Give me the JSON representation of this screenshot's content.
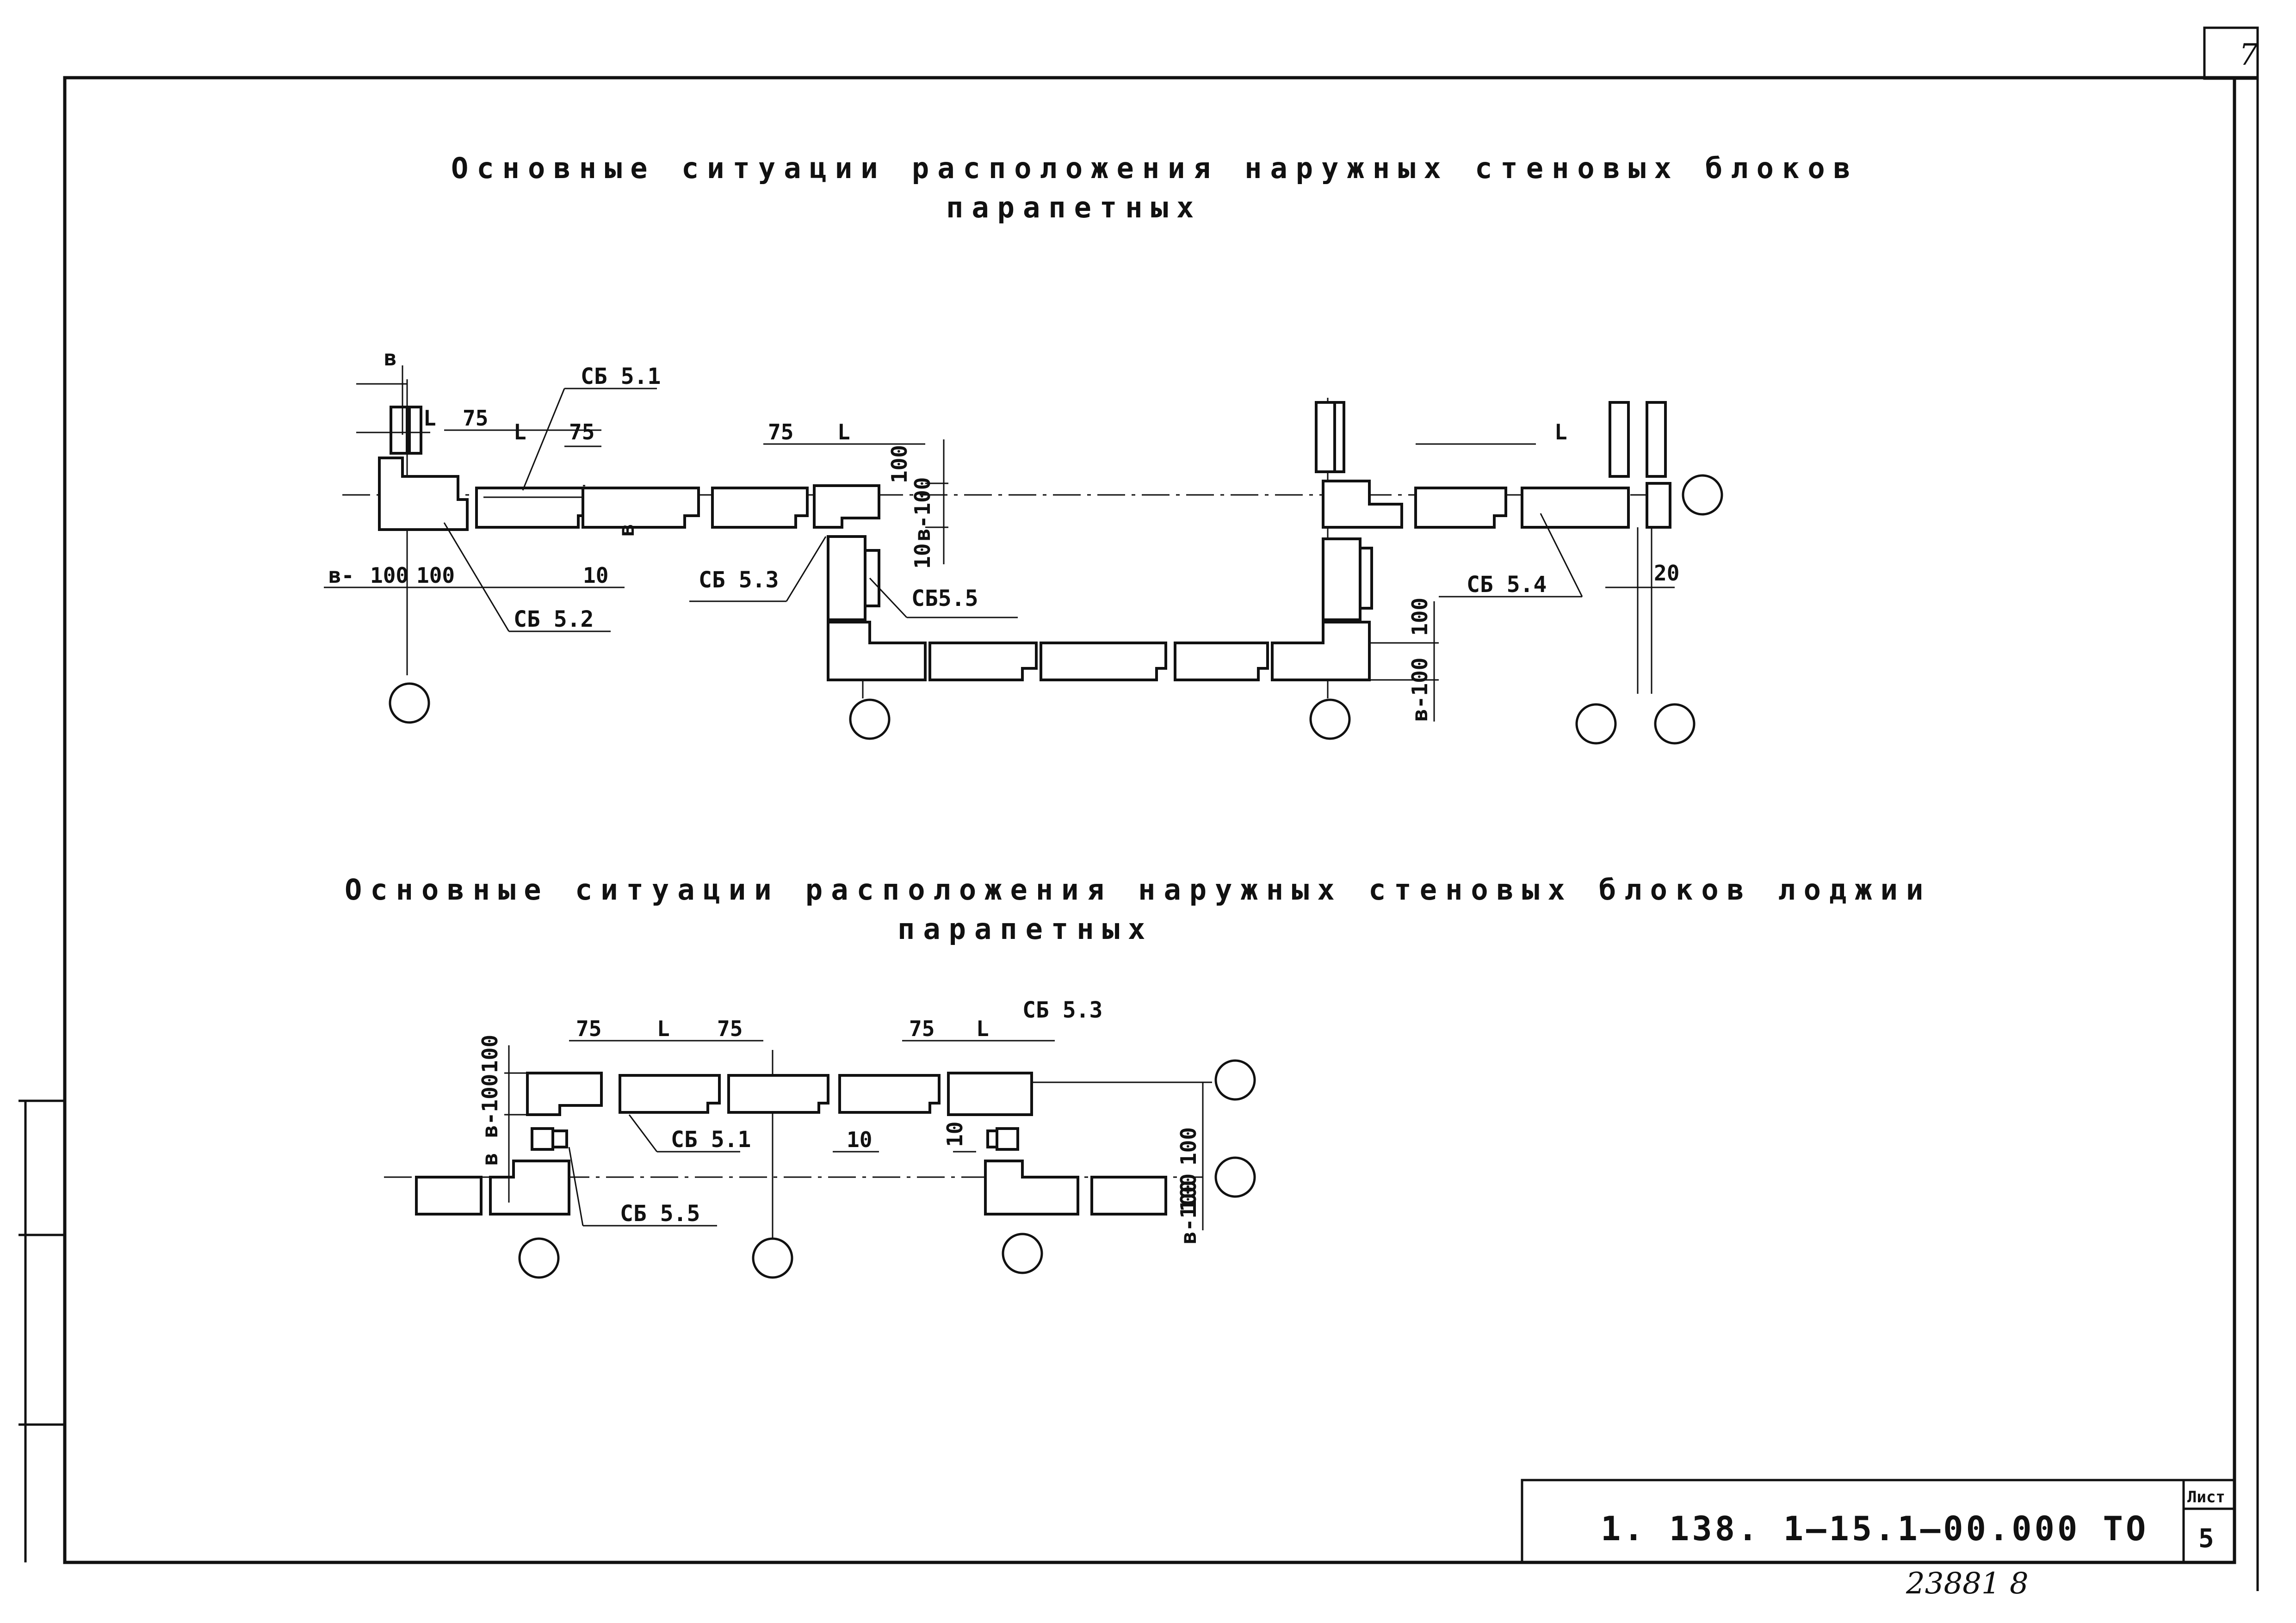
{
  "sheet": {
    "corner_number": "7",
    "doc_code": "1. 138. 1—15.1—00.000 ТО",
    "sheet_label": "Лист",
    "sheet_number": "5",
    "archive_number": "23881  8"
  },
  "section1": {
    "title_line1": "Основные ситуации расположения наружных стеновых блоков",
    "title_line2": "парапетных",
    "labels": {
      "sb51": "СБ 5.1",
      "sb52": "СБ 5.2",
      "sb53": "СБ 5.3",
      "sb54": "СБ 5.4",
      "sb55": "СБ5.5"
    },
    "dims": {
      "b_top": "в",
      "L1": "L",
      "d75a": "75",
      "L2": "L",
      "d75b": "75",
      "d75c": "75",
      "L3": "L",
      "d100a": "100",
      "d100b": "100",
      "d10a": "10",
      "b_left": "в-",
      "d100c": "100",
      "d100d": "100",
      "b_mid": "в",
      "b100_mid": "в-100",
      "d10b": "10",
      "L4": "L",
      "d20": "20",
      "d100e": "100",
      "b100_right": "в-100"
    }
  },
  "section2": {
    "title_line1": "Основные ситуации расположения наружных стеновых блоков лоджии",
    "title_line2": "парапетных",
    "labels": {
      "sb51": "СБ 5.1",
      "sb53": "СБ 5.3",
      "sb55": "СБ 5.5"
    },
    "dims": {
      "d75a": "75",
      "L1": "L",
      "d75b": "75",
      "d75c": "75",
      "L2": "L",
      "d100a": "100",
      "b100_left": "в-100",
      "b_left": "в",
      "d10a": "10",
      "d10b": "10",
      "d100b": "100",
      "d100c": "100",
      "b100_right": "в-100"
    }
  }
}
